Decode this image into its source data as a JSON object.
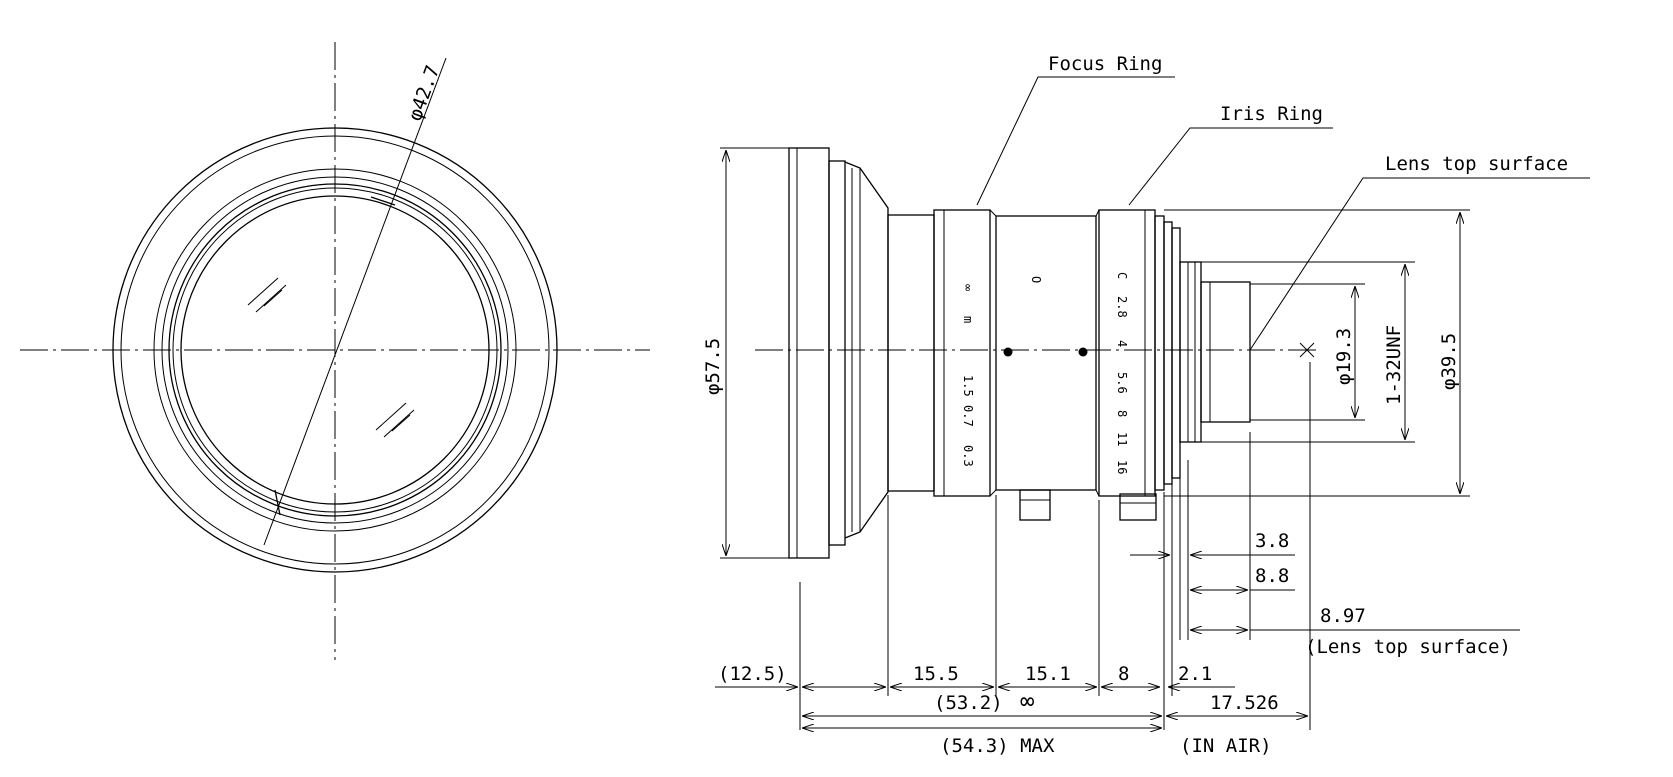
{
  "front_view": {
    "diameter_label": "φ42.7"
  },
  "side_view": {
    "callouts": {
      "focus_ring": "Focus Ring",
      "iris_ring": "Iris Ring",
      "lens_top_surface": "Lens top surface"
    },
    "focus_scale": [
      "∞",
      "m",
      "1.5",
      "0.7",
      "0.3"
    ],
    "iris_scale": [
      "C",
      "2.8",
      "4",
      "5.6",
      "8",
      "11",
      "16"
    ],
    "focus_index": "O",
    "vertical_dims": {
      "body_diameter": "φ57.5",
      "mount_thread": "1-32UNF",
      "rear_diameter": "φ19.3",
      "ring_diameter": "φ39.5"
    },
    "right_dims": {
      "d1": "3.8",
      "d2": "8.8",
      "d3": "8.97",
      "d3_note": "(Lens top surface)"
    },
    "bottom_dims": {
      "a": "(12.5)",
      "b": "15.5",
      "c": "15.1",
      "d": "8",
      "e": "2.1",
      "total_inf": "(53.2)",
      "inf_symbol": "∞",
      "flange": "17.526",
      "in_air": "(IN AIR)",
      "total_max": "(54.3) MAX"
    }
  }
}
